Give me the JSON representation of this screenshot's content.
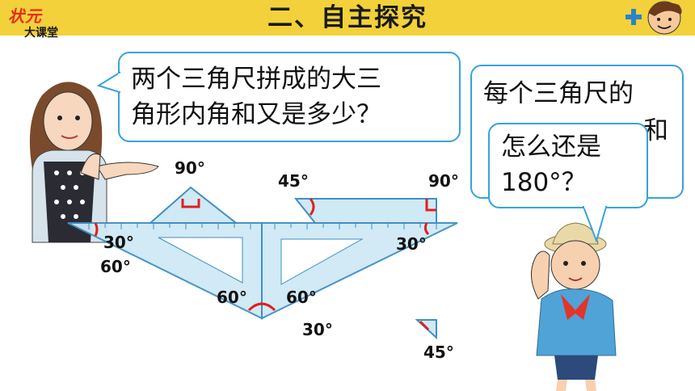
{
  "header": {
    "title": "二、自主探究",
    "logo_top": "状元",
    "logo_bottom": "大课堂"
  },
  "girl_bubble": {
    "line1": "两个三角尺拼成的大三",
    "line2": "角形内角和又是多少？"
  },
  "boy_bubble_back": {
    "line1": "每个三角尺的",
    "line2_partial": "和"
  },
  "boy_bubble_front": {
    "line1": "怎么还是",
    "line2": "180°？"
  },
  "angles": {
    "a1": "90°",
    "a2": "45°",
    "a3": "90°",
    "a4": "30°",
    "a5": "60°",
    "a6": "30°",
    "a7": "60°",
    "a8": "60°",
    "a9": "30°",
    "a10": "45°"
  },
  "colors": {
    "header_bg": "#f2d13a",
    "bubble_border": "#36a3dc",
    "ruler_fill": "#cfe9f5",
    "ruler_stroke": "#3f8fc6",
    "angle_mark": "#e0201c"
  }
}
